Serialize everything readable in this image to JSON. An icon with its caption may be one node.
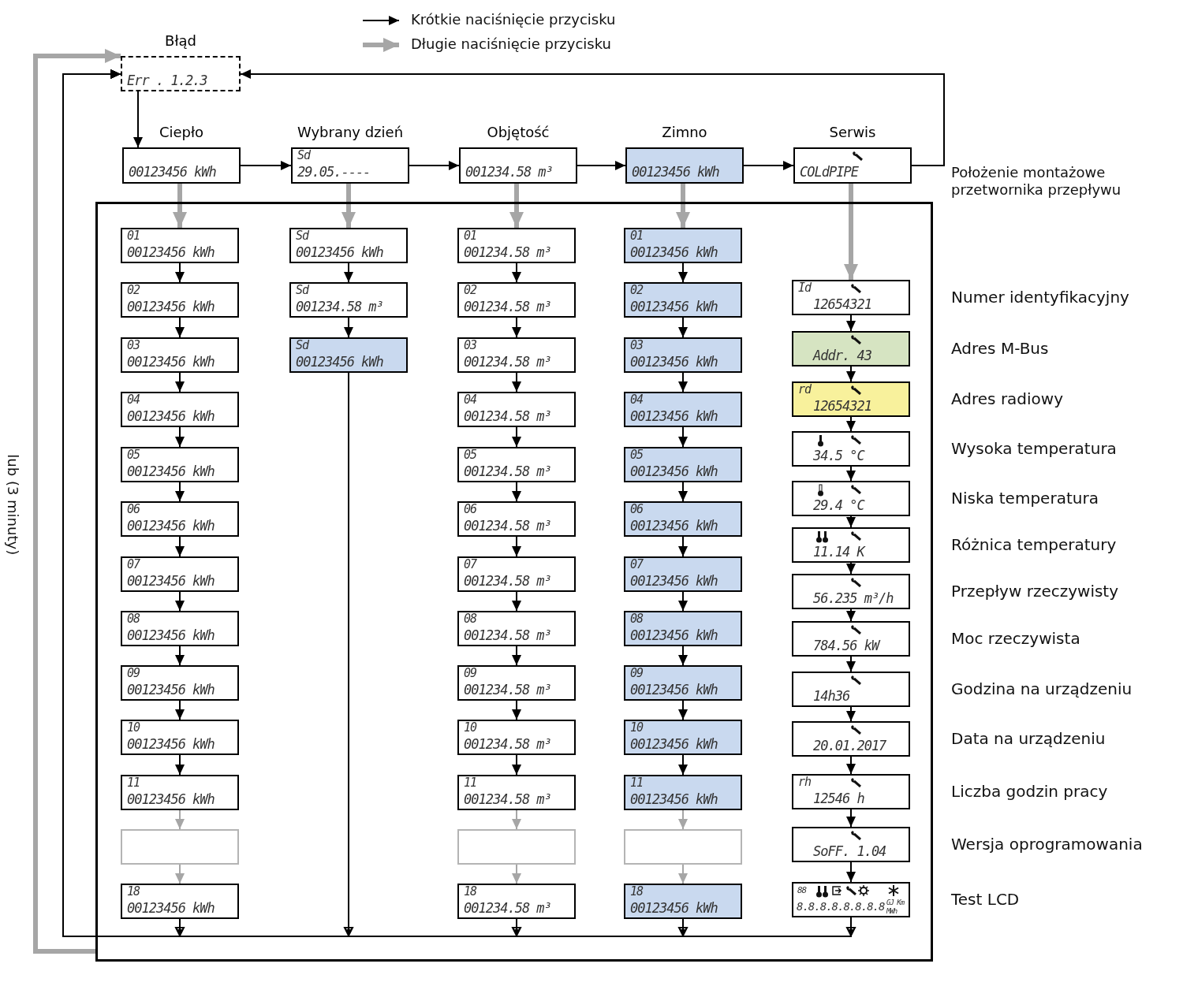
{
  "diagram": {
    "nodes": [
      {
        "text": [
          "Błąd",
          "Err . 1.2.3"
        ]
      },
      {
        "text": [
          "Ciepło",
          "00123456 kWh"
        ]
      },
      {
        "text": [
          "Wybrany dzień",
          "Sd",
          "29.05.----"
        ]
      },
      {
        "text": [
          "Objętość",
          "001234.58 m³"
        ]
      },
      {
        "text": [
          "Zimno",
          "00123456 kWh"
        ]
      },
      {
        "text": [
          "Serwis",
          "COLdPIPE"
        ],
        "beside": [
          "Położenie montażowe przetwornika przepływu"
        ]
      },
      {
        "text": [],
        "shape": "box"
      },
      {
        "text": [
          "01",
          "00123456 kWh"
        ],
        "in": 6
      },
      {
        "text": [
          "02",
          "00123456 kWh"
        ],
        "in": 6
      },
      {
        "text": [
          "03",
          "00123456 kWh"
        ],
        "in": 6
      },
      {
        "text": [
          "04",
          "00123456 kWh"
        ],
        "in": 6
      },
      {
        "text": [
          "05",
          "00123456 kWh"
        ],
        "in": 6
      },
      {
        "text": [
          "06",
          "00123456 kWh"
        ],
        "in": 6
      },
      {
        "text": [
          "07",
          "00123456 kWh"
        ],
        "in": 6
      },
      {
        "text": [
          "08",
          "00123456 kWh"
        ],
        "in": 6
      },
      {
        "text": [
          "09",
          "00123456 kWh"
        ],
        "in": 6
      },
      {
        "text": [
          "10",
          "00123456 kWh"
        ],
        "in": 6
      },
      {
        "text": [
          "11",
          "00123456 kWh"
        ],
        "in": 6
      },
      {
        "text": [],
        "shape": "box",
        "in": 6
      },
      {
        "text": [
          "18",
          "00123456 kWh"
        ],
        "in": 6
      },
      {
        "text": [
          "Sd",
          "00123456 kWh"
        ],
        "in": 6
      },
      {
        "text": [
          "Sd",
          "001234.58 m³"
        ],
        "in": 6
      },
      {
        "text": [
          "Sd",
          "00123456 kWh"
        ],
        "in": 6
      },
      {
        "text": [
          "01",
          "001234.58 m³"
        ],
        "in": 6
      },
      {
        "text": [
          "02",
          "001234.58 m³"
        ],
        "in": 6
      },
      {
        "text": [
          "03",
          "001234.58 m³"
        ],
        "in": 6
      },
      {
        "text": [
          "04",
          "001234.58 m³"
        ],
        "in": 6
      },
      {
        "text": [
          "05",
          "001234.58 m³"
        ],
        "in": 6
      },
      {
        "text": [
          "06",
          "001234.58 m³"
        ],
        "in": 6
      },
      {
        "text": [
          "07",
          "001234.58 m³"
        ],
        "in": 6
      },
      {
        "text": [
          "08",
          "001234.58 m³"
        ],
        "in": 6
      },
      {
        "text": [
          "09",
          "001234.58 m³"
        ],
        "in": 6
      },
      {
        "text": [
          "10",
          "001234.58 m³"
        ],
        "in": 6
      },
      {
        "text": [
          "11",
          "001234.58 m³"
        ],
        "in": 6
      },
      {
        "text": [],
        "shape": "box",
        "in": 6
      },
      {
        "text": [
          "18",
          "001234.58 m³"
        ],
        "in": 6
      },
      {
        "text": [
          "01",
          "00123456 kWh"
        ],
        "in": 6
      },
      {
        "text": [
          "02",
          "00123456 kWh"
        ],
        "in": 6
      },
      {
        "text": [
          "03",
          "00123456 kWh"
        ],
        "in": 6
      },
      {
        "text": [
          "04",
          "00123456 kWh"
        ],
        "in": 6
      },
      {
        "text": [
          "05",
          "00123456 kWh"
        ],
        "in": 6
      },
      {
        "text": [
          "06",
          "00123456 kWh"
        ],
        "in": 6
      },
      {
        "text": [
          "07",
          "00123456 kWh"
        ],
        "in": 6
      },
      {
        "text": [
          "08",
          "00123456 kWh"
        ],
        "in": 6
      },
      {
        "text": [
          "09",
          "00123456 kWh"
        ],
        "in": 6
      },
      {
        "text": [
          "10",
          "00123456 kWh"
        ],
        "in": 6
      },
      {
        "text": [
          "11",
          "00123456 kWh"
        ],
        "in": 6
      },
      {
        "text": [],
        "shape": "box",
        "in": 6
      },
      {
        "text": [
          "18",
          "00123456 kWh"
        ],
        "in": 6
      },
      {
        "text": [
          "Id",
          "12654321"
        ],
        "in": 6,
        "beside": [
          "Numer identyfikacyjny"
        ]
      },
      {
        "text": [
          "Addr. 43"
        ],
        "in": 6,
        "beside": [
          "Adres M-Bus"
        ]
      },
      {
        "text": [
          "rd",
          "12654321"
        ],
        "in": 6,
        "beside": [
          "Adres radiowy"
        ]
      },
      {
        "text": [
          "34.5 °C"
        ],
        "in": 6,
        "beside": [
          "Wysoka temperatura"
        ]
      },
      {
        "text": [
          "29.4 °C"
        ],
        "in": 6,
        "beside": [
          "Niska temperatura"
        ]
      },
      {
        "text": [
          "11.14 K"
        ],
        "in": 6,
        "beside": [
          "Różnica temperatury"
        ]
      },
      {
        "text": [
          "56.235 m³/h"
        ],
        "in": 6,
        "beside": [
          "Przepływ rzeczywisty"
        ]
      },
      {
        "text": [
          "784.56 kW"
        ],
        "in": 6,
        "beside": [
          "Moc rzeczywista"
        ]
      },
      {
        "text": [
          "14h36"
        ],
        "in": 6,
        "beside": [
          "Godzina na urządzeniu"
        ]
      },
      {
        "text": [
          "20.01.2017"
        ],
        "in": 6,
        "beside": [
          "Data na urządzeniu"
        ]
      },
      {
        "text": [
          "rh",
          "12546 h"
        ],
        "in": 6,
        "beside": [
          "Liczba godzin pracy"
        ]
      },
      {
        "text": [
          "SoFF. 1.04"
        ],
        "in": 6,
        "beside": [
          "Wersja oprogramowania"
        ]
      },
      {
        "text": [
          "88",
          "8.8.8.8.8.8.8.8",
          "GJ Km",
          "MWh"
        ],
        "in": 6,
        "beside": [
          "Test LCD"
        ]
      }
    ],
    "edges": [
      {
        "from": 0,
        "to": 1,
        "arrow": "to"
      },
      {
        "from": 1,
        "to": 2,
        "arrow": "to"
      },
      {
        "from": 2,
        "to": 3,
        "arrow": "to"
      },
      {
        "from": 3,
        "to": 4,
        "arrow": "to"
      },
      {
        "from": 4,
        "to": 5,
        "arrow": "to"
      },
      {
        "from": 5,
        "to": 0,
        "arrow": "to"
      },
      {
        "from": 1,
        "to": 7,
        "arrow": "to",
        "style": "thick",
        "color": "#a6a6a6"
      },
      {
        "from": 2,
        "to": 20,
        "arrow": "to",
        "style": "thick",
        "color": "#a6a6a6"
      },
      {
        "from": 3,
        "to": 23,
        "arrow": "to",
        "style": "thick",
        "color": "#a6a6a6"
      },
      {
        "from": 4,
        "to": 36,
        "arrow": "to",
        "style": "thick",
        "color": "#a6a6a6"
      },
      {
        "from": 5,
        "to": 49,
        "arrow": "to",
        "style": "thick",
        "color": "#a6a6a6"
      },
      {
        "from": 7,
        "to": 8,
        "arrow": "to"
      },
      {
        "from": 8,
        "to": 9,
        "arrow": "to"
      },
      {
        "from": 9,
        "to": 10,
        "arrow": "to"
      },
      {
        "from": 10,
        "to": 11,
        "arrow": "to"
      },
      {
        "from": 11,
        "to": 12,
        "arrow": "to"
      },
      {
        "from": 12,
        "to": 13,
        "arrow": "to"
      },
      {
        "from": 13,
        "to": 14,
        "arrow": "to"
      },
      {
        "from": 14,
        "to": 15,
        "arrow": "to"
      },
      {
        "from": 15,
        "to": 16,
        "arrow": "to"
      },
      {
        "from": 16,
        "to": 17,
        "arrow": "to"
      },
      {
        "from": 17,
        "to": 18,
        "arrow": "to",
        "color": "#a6a6a6"
      },
      {
        "from": 18,
        "to": 19,
        "arrow": "to",
        "color": "#a6a6a6"
      },
      {
        "from": 20,
        "to": 21,
        "arrow": "to"
      },
      {
        "from": 21,
        "to": 22,
        "arrow": "to"
      },
      {
        "from": 23,
        "to": 24,
        "arrow": "to"
      },
      {
        "from": 24,
        "to": 25,
        "arrow": "to"
      },
      {
        "from": 25,
        "to": 26,
        "arrow": "to"
      },
      {
        "from": 26,
        "to": 27,
        "arrow": "to"
      },
      {
        "from": 27,
        "to": 28,
        "arrow": "to"
      },
      {
        "from": 28,
        "to": 29,
        "arrow": "to"
      },
      {
        "from": 29,
        "to": 30,
        "arrow": "to"
      },
      {
        "from": 30,
        "to": 31,
        "arrow": "to"
      },
      {
        "from": 31,
        "to": 32,
        "arrow": "to"
      },
      {
        "from": 32,
        "to": 33,
        "arrow": "to"
      },
      {
        "from": 33,
        "to": 34,
        "arrow": "to",
        "color": "#a6a6a6"
      },
      {
        "from": 34,
        "to": 35,
        "arrow": "to",
        "color": "#a6a6a6"
      },
      {
        "from": 36,
        "to": 37,
        "arrow": "to"
      },
      {
        "from": 37,
        "to": 38,
        "arrow": "to"
      },
      {
        "from": 38,
        "to": 39,
        "arrow": "to"
      },
      {
        "from": 39,
        "to": 40,
        "arrow": "to"
      },
      {
        "from": 40,
        "to": 41,
        "arrow": "to"
      },
      {
        "from": 41,
        "to": 42,
        "arrow": "to"
      },
      {
        "from": 42,
        "to": 43,
        "arrow": "to"
      },
      {
        "from": 43,
        "to": 44,
        "arrow": "to"
      },
      {
        "from": 44,
        "to": 45,
        "arrow": "to"
      },
      {
        "from": 45,
        "to": 46,
        "arrow": "to"
      },
      {
        "from": 46,
        "to": 47,
        "arrow": "to",
        "color": "#a6a6a6"
      },
      {
        "from": 47,
        "to": 48,
        "arrow": "to",
        "color": "#a6a6a6"
      },
      {
        "from": 49,
        "to": 50,
        "arrow": "to"
      },
      {
        "from": 50,
        "to": 51,
        "arrow": "to"
      },
      {
        "from": 51,
        "to": 52,
        "arrow": "to"
      },
      {
        "from": 52,
        "to": 53,
        "arrow": "to"
      },
      {
        "from": 53,
        "to": 54,
        "arrow": "to"
      },
      {
        "from": 54,
        "to": 55,
        "arrow": "to"
      },
      {
        "from": 55,
        "to": 56,
        "arrow": "to"
      },
      {
        "from": 56,
        "to": 57,
        "arrow": "to"
      },
      {
        "from": 57,
        "to": 58,
        "arrow": "to"
      },
      {
        "from": 58,
        "to": 59,
        "arrow": "to"
      },
      {
        "from": 59,
        "to": 60,
        "arrow": "to"
      },
      {
        "from": 60,
        "to": 61,
        "arrow": "to"
      },
      {
        "from": 19,
        "to": 0,
        "arrow": "to"
      },
      {
        "from": 22,
        "to": 0,
        "arrow": "to"
      },
      {
        "from": 35,
        "to": 0,
        "arrow": "to"
      },
      {
        "from": 48,
        "to": 0,
        "arrow": "to"
      },
      {
        "from": 61,
        "to": 0,
        "arrow": "to"
      },
      {
        "from": 6,
        "to": 0,
        "arrow": "to",
        "style": "thick",
        "color": "#a6a6a6"
      }
    ],
    "labels": [
      "lub (3 minuty)"
    ],
    "legend": [
      {
        "text": "Krótkie naciśnięcie przycisku"
      },
      {
        "text": "Długie naciśnięcie przycisku"
      }
    ]
  }
}
